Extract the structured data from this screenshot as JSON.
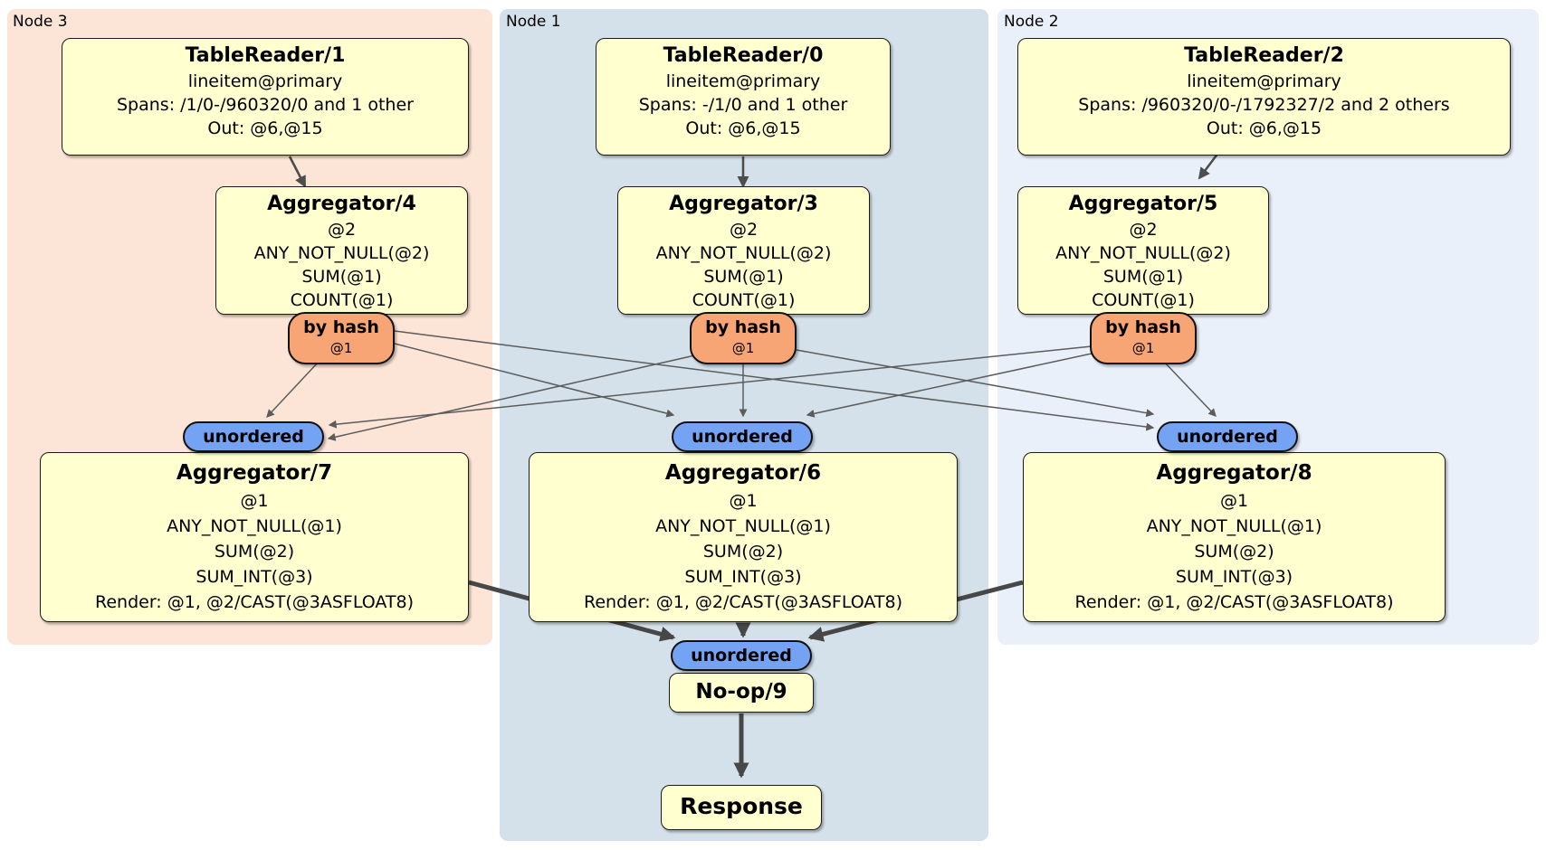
{
  "diagram": {
    "groups": {
      "node3": {
        "label": "Node 3"
      },
      "node1": {
        "label": "Node 1"
      },
      "node2": {
        "label": "Node 2"
      }
    },
    "processors": {
      "tablereader1": {
        "title": "TableReader/1",
        "lines": [
          "lineitem@primary",
          "Spans: /1/0-/960320/0 and 1 other",
          "Out: @6,@15"
        ]
      },
      "tablereader0": {
        "title": "TableReader/0",
        "lines": [
          "lineitem@primary",
          "Spans: -/1/0 and 1 other",
          "Out: @6,@15"
        ]
      },
      "tablereader2": {
        "title": "TableReader/2",
        "lines": [
          "lineitem@primary",
          "Spans: /960320/0-/1792327/2 and 2 others",
          "Out: @6,@15"
        ]
      },
      "aggregator4": {
        "title": "Aggregator/4",
        "lines": [
          "@2",
          "ANY_NOT_NULL(@2)",
          "SUM(@1)",
          "COUNT(@1)"
        ]
      },
      "aggregator3": {
        "title": "Aggregator/3",
        "lines": [
          "@2",
          "ANY_NOT_NULL(@2)",
          "SUM(@1)",
          "COUNT(@1)"
        ]
      },
      "aggregator5": {
        "title": "Aggregator/5",
        "lines": [
          "@2",
          "ANY_NOT_NULL(@2)",
          "SUM(@1)",
          "COUNT(@1)"
        ]
      },
      "aggregator7": {
        "title": "Aggregator/7",
        "lines": [
          "@1",
          "ANY_NOT_NULL(@1)",
          "SUM(@2)",
          "SUM_INT(@3)",
          "Render: @1, @2/CAST(@3ASFLOAT8)"
        ]
      },
      "aggregator6": {
        "title": "Aggregator/6",
        "lines": [
          "@1",
          "ANY_NOT_NULL(@1)",
          "SUM(@2)",
          "SUM_INT(@3)",
          "Render: @1, @2/CAST(@3ASFLOAT8)"
        ]
      },
      "aggregator8": {
        "title": "Aggregator/8",
        "lines": [
          "@1",
          "ANY_NOT_NULL(@1)",
          "SUM(@2)",
          "SUM_INT(@3)",
          "Render: @1, @2/CAST(@3ASFLOAT8)"
        ]
      },
      "noop9": {
        "title": "No-op/9"
      },
      "response": {
        "title": "Response"
      }
    },
    "routers": {
      "by_hash": {
        "label": "by hash",
        "detail": "@1"
      },
      "unordered": {
        "label": "unordered"
      }
    },
    "colors": {
      "node3_bg": "#fce4d6",
      "node1_bg": "#d4e1ea",
      "node2_bg": "#eaf0fa",
      "processor_bg": "#ffffcf",
      "by_hash_bg": "#f8a575",
      "unordered_bg": "#75a3f3"
    }
  }
}
